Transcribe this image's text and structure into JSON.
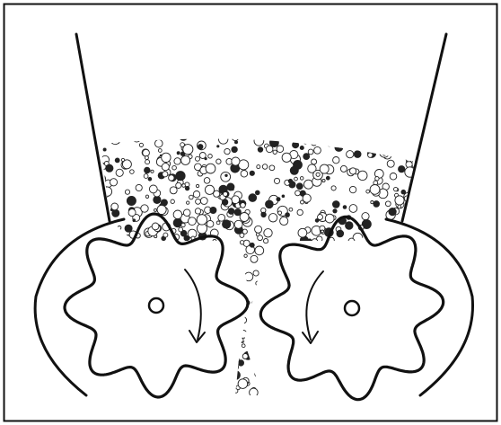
{
  "figure": {
    "kind": "gear-pump-diagram",
    "stroke_color": "#111111",
    "background_color": "#ffffff",
    "rotation": {
      "left_gear": "clockwise",
      "right_gear": "counterclockwise"
    }
  }
}
